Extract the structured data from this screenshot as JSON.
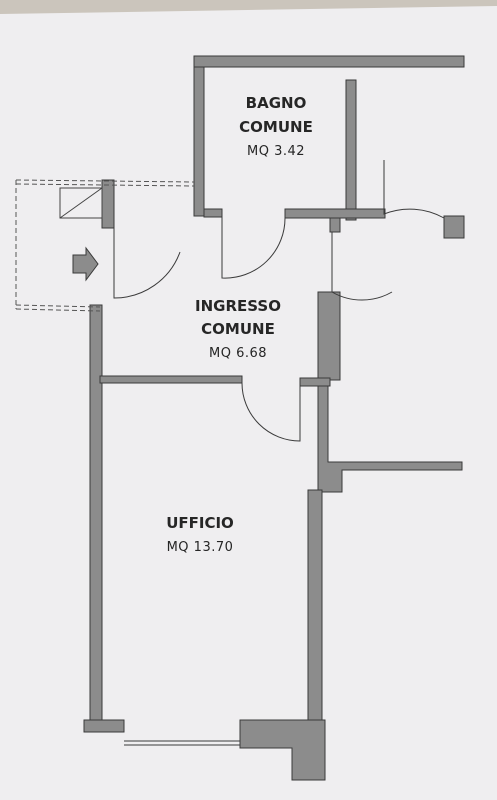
{
  "plan": {
    "rooms": [
      {
        "id": "bagno",
        "name_lines": [
          "BAGNO",
          "COMUNE"
        ],
        "area": "MQ  3.42"
      },
      {
        "id": "ingresso",
        "name_lines": [
          "INGRESSO",
          "COMUNE"
        ],
        "area": "MQ  6.68"
      },
      {
        "id": "ufficio",
        "name_lines": [
          "UFFICIO"
        ],
        "area": "MQ  13.70"
      }
    ]
  },
  "colors": {
    "wall": "#8c8c8c",
    "wall_edge": "#3a3a3a",
    "paper": "#efeef0",
    "ink": "#262626"
  },
  "icons": [
    "entrance-arrow-icon"
  ]
}
